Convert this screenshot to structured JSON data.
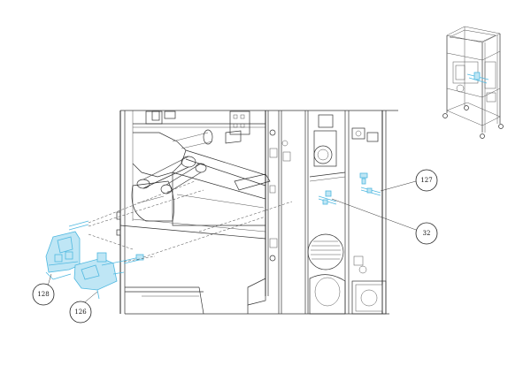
{
  "callouts": [
    {
      "id": "c127",
      "label": "127"
    },
    {
      "id": "c32",
      "label": "32"
    },
    {
      "id": "c128",
      "label": "128"
    },
    {
      "id": "c126",
      "label": "126"
    }
  ],
  "colors": {
    "highlight": "#4fb8e0",
    "highlight_fill": "#bfe6f5",
    "line": "#333333"
  },
  "icons": [
    "assembly-overview-thumbnail"
  ]
}
